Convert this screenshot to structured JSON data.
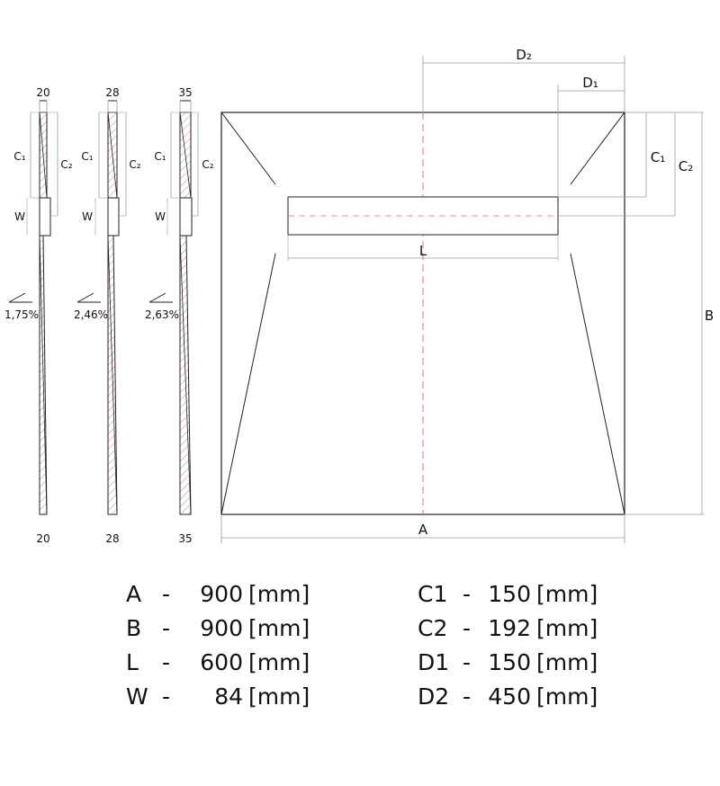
{
  "profiles": [
    {
      "top": "20",
      "bottom": "20",
      "slope": "1,75%"
    },
    {
      "top": "28",
      "bottom": "28",
      "slope": "2,46%"
    },
    {
      "top": "35",
      "bottom": "35",
      "slope": "2,63%"
    }
  ],
  "profile_labels": {
    "c1": "C₁",
    "c2": "C₂",
    "w": "W"
  },
  "plan_labels": {
    "d2": "D₂",
    "d1": "D₁",
    "c1": "C₁",
    "c2": "C₂",
    "b": "B",
    "a": "A",
    "l": "L"
  },
  "dimensions_left": [
    {
      "key": "A",
      "sep": "-",
      "value": "900",
      "unit": "[mm]"
    },
    {
      "key": "B",
      "sep": "-",
      "value": "900",
      "unit": "[mm]"
    },
    {
      "key": "L",
      "sep": "-",
      "value": "600",
      "unit": "[mm]"
    },
    {
      "key": "W",
      "sep": "-",
      "value": "84",
      "unit": "[mm]"
    }
  ],
  "dimensions_right": [
    {
      "key": "C1",
      "sep": "-",
      "value": "150",
      "unit": "[mm]"
    },
    {
      "key": "C2",
      "sep": "-",
      "value": "192",
      "unit": "[mm]"
    },
    {
      "key": "D1",
      "sep": "-",
      "value": "150",
      "unit": "[mm]"
    },
    {
      "key": "D2",
      "sep": "-",
      "value": "450",
      "unit": "[mm]"
    }
  ],
  "colors": {
    "line": "#222222",
    "dim": "#9a9aa8",
    "hatch": "#c98080",
    "axis": "#e07070"
  }
}
